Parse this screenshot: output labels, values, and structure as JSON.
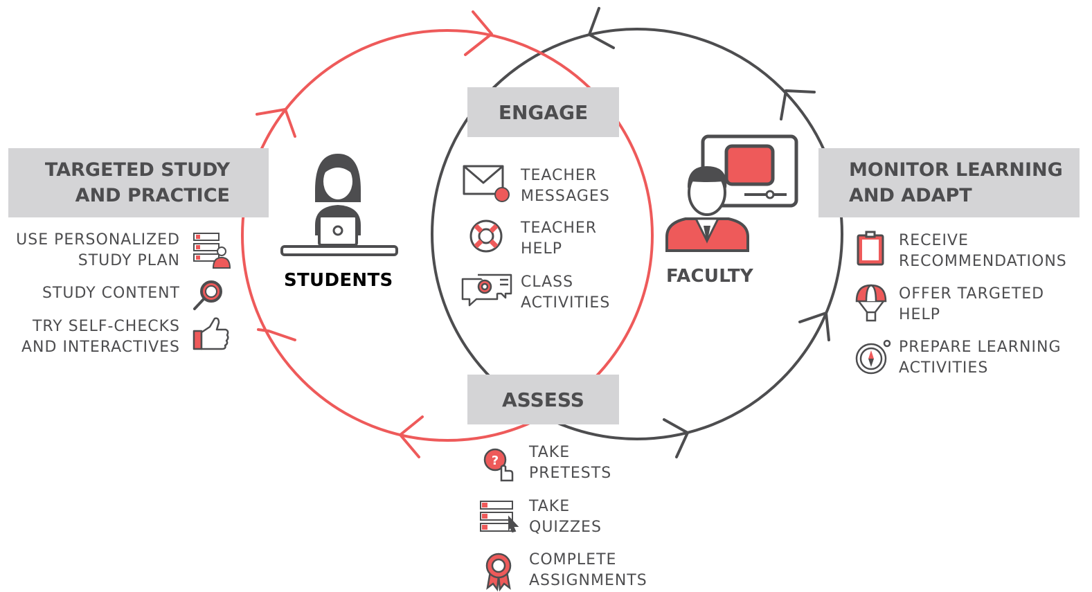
{
  "colors": {
    "red": "#ee5a5a",
    "dark": "#4d4d4f",
    "box_fill": "#d4d4d6",
    "text": "#4d4d4f"
  },
  "boxes": {
    "engage": "ENGAGE",
    "assess": "ASSESS",
    "targeted": "TARGETED STUDY\nAND PRACTICE",
    "monitor": "MONITOR LEARNING\nAND ADAPT"
  },
  "roles": {
    "students": "STUDENTS",
    "faculty": "FACULTY"
  },
  "targeted_items": [
    {
      "text": "USE PERSONALIZED\nSTUDY PLAN",
      "icon": "study-plan-icon"
    },
    {
      "text": "STUDY CONTENT",
      "icon": "magnifier-icon"
    },
    {
      "text": "TRY SELF-CHECKS\nAND INTERACTIVES",
      "icon": "thumbs-up-icon"
    }
  ],
  "engage_items": [
    {
      "text": "TEACHER\nMESSAGES",
      "icon": "envelope-icon"
    },
    {
      "text": "TEACHER\nHELP",
      "icon": "lifebuoy-icon"
    },
    {
      "text": "CLASS\nACTIVITIES",
      "icon": "chat-gear-icon"
    }
  ],
  "monitor_items": [
    {
      "text": "RECEIVE\nRECOMMENDATIONS",
      "icon": "clipboard-icon"
    },
    {
      "text": "OFFER TARGETED\nHELP",
      "icon": "parachute-icon"
    },
    {
      "text": "PREPARE LEARNING\nACTIVITIES",
      "icon": "compass-icon"
    }
  ],
  "assess_items": [
    {
      "text": "TAKE\nPRETESTS",
      "icon": "question-click-icon"
    },
    {
      "text": "TAKE\nQUIZZES",
      "icon": "quiz-list-icon"
    },
    {
      "text": "COMPLETE\nASSIGNMENTS",
      "icon": "award-ribbon-icon"
    }
  ]
}
